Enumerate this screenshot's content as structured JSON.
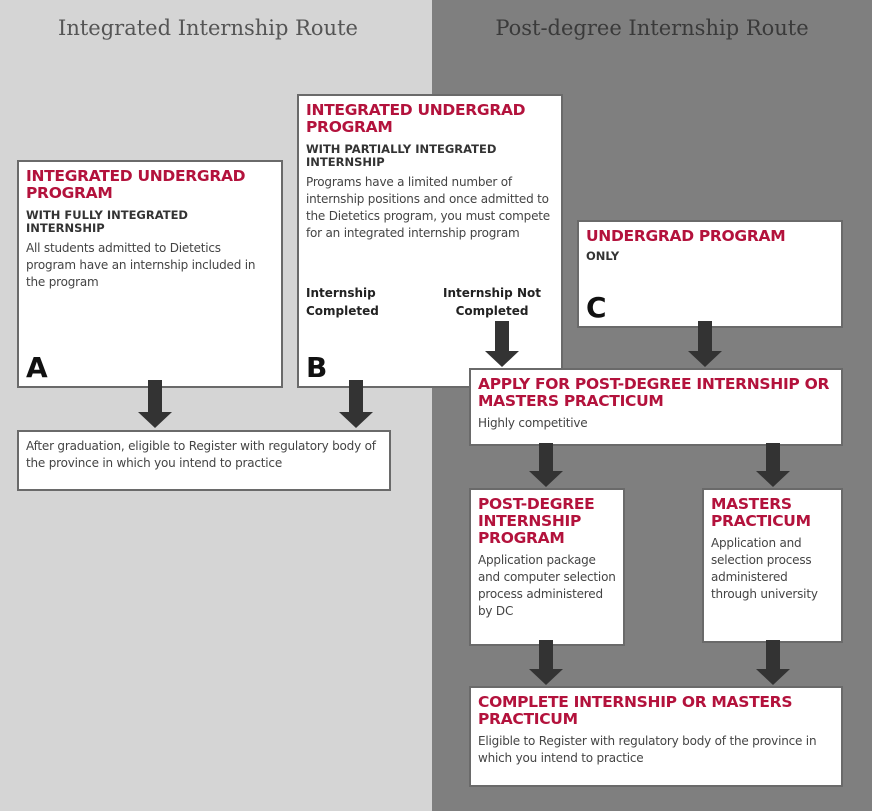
{
  "routes": {
    "left": "Integrated Internship Route",
    "right": "Post-degree Internship Route"
  },
  "box_a": {
    "title": "INTEGRATED UNDERGRAD PROGRAM",
    "subtitle": "WITH FULLY INTEGRATED INTERNSHIP",
    "text": "All students admitted to Dietetics program have an internship included in the program",
    "letter": "A"
  },
  "box_b": {
    "title": "INTEGRATED UNDERGRAD PROGRAM",
    "subtitle": "WITH PARTIALLY INTEGRATED INTERNSHIP",
    "text": "Programs have a limited number of internship positions and once admitted to the Dietetics program, you must compete for an integrated internship program",
    "completed": "Internship Completed",
    "not_completed": "Internship Not Completed",
    "letter": "B"
  },
  "box_c": {
    "title": "UNDERGRAD PROGRAM",
    "subtitle": "ONLY",
    "letter": "C"
  },
  "register": {
    "text": "After graduation, eligible to Register with regulatory body of the province in which you intend to practice"
  },
  "apply": {
    "title": "APPLY FOR POST-DEGREE INTERNSHIP OR MASTERS PRACTICUM",
    "text": "Highly competitive"
  },
  "post_degree": {
    "title": "POST-DEGREE INTERNSHIP PROGRAM",
    "text": "Application package and computer selection process administered by DC"
  },
  "masters": {
    "title": "MASTERS PRACTICUM",
    "text": "Application and selection process administered through university"
  },
  "complete": {
    "title": "COMPLETE INTERNSHIP OR MASTERS PRACTICUM",
    "text": "Eligible to Register with regulatory body of the province in which you intend to practice"
  },
  "colors": {
    "accent": "#b3123c",
    "left_bg": "#d5d5d5",
    "right_bg": "#7f7f7f"
  }
}
